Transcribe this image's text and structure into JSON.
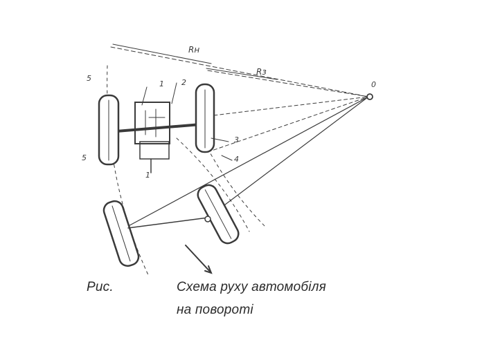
{
  "diagram": {
    "labels": {
      "radius_outer": "Rн",
      "radius_rear": "Rз",
      "center": "0",
      "n1": "1",
      "n2": "2",
      "n3": "3",
      "n4": "4",
      "n5_top": "5",
      "n5_bottom": "5",
      "n_bottom": "1"
    }
  },
  "caption": {
    "label": "Рис.",
    "line1": "Схема руху автомобіля",
    "line2": "на повороті"
  }
}
